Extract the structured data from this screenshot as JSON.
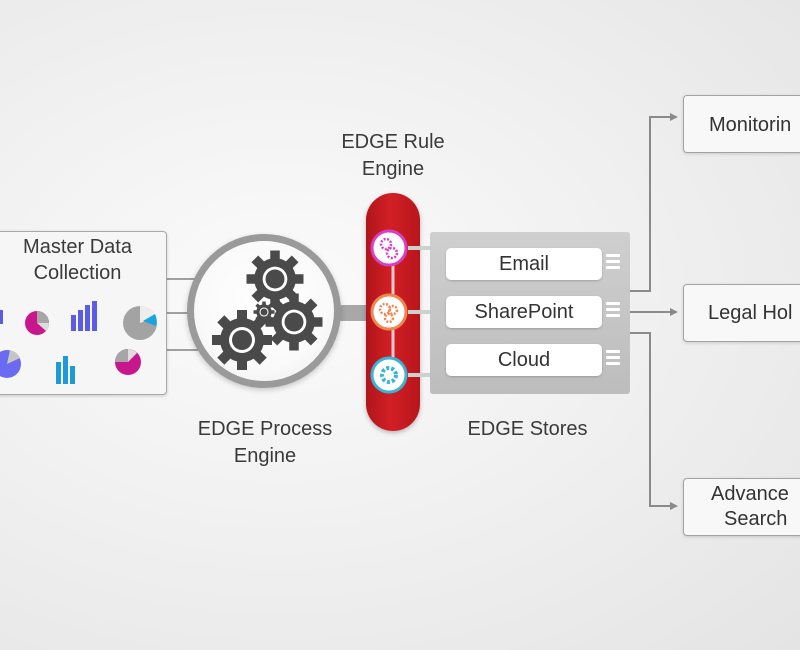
{
  "master_data": {
    "title_line1": "Master Data",
    "title_line2": "Collection"
  },
  "process_engine": {
    "caption_line1": "EDGE Process",
    "caption_line2": "Engine"
  },
  "rule_engine": {
    "caption_line1": "EDGE Rule",
    "caption_line2": "Engine",
    "color": "#c8191f",
    "nodes": [
      {
        "icon": "gear-pair-icon",
        "color": "#d63fc6"
      },
      {
        "icon": "gear-pair-icon",
        "color": "#f0864f"
      },
      {
        "icon": "gear-icon",
        "color": "#35b6d8"
      }
    ]
  },
  "stores": {
    "caption": "EDGE Stores",
    "items": [
      {
        "label": "Email"
      },
      {
        "label": "SharePoint"
      },
      {
        "label": "Cloud"
      }
    ]
  },
  "outputs": {
    "monitoring": "Monitorin",
    "legal_hold": "Legal Hol",
    "advanced_line1": "Advance",
    "advanced_line2": "Search"
  },
  "icon_colors": {
    "pie_magenta": "#c8168c",
    "pie_blue": "#1aa3e0",
    "bar_violet": "#5b5ce6",
    "bar_blue": "#1e9ad8",
    "pie_grey": "#9a9a9a"
  }
}
